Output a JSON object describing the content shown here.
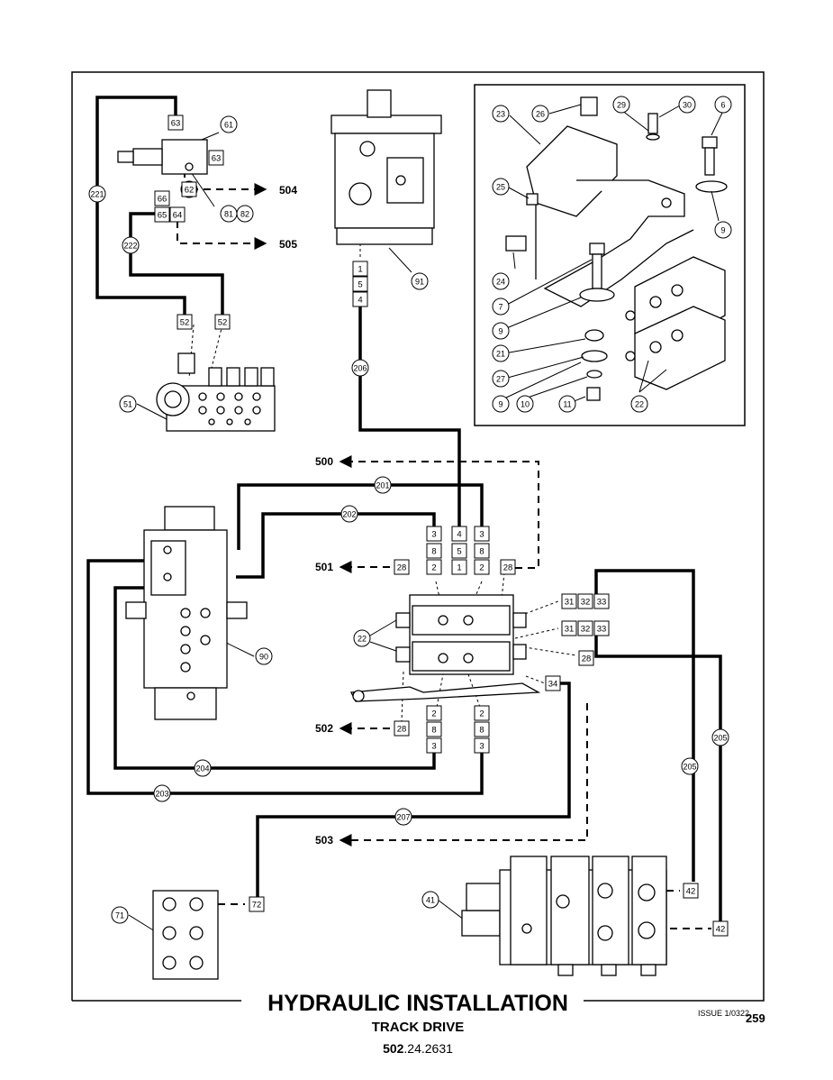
{
  "title": "HYDRAULIC INSTALLATION",
  "subtitle": "TRACK DRIVE",
  "part_number_bold": "502",
  "part_number_rest": ".24.2631",
  "issue": "ISSUE 1/0322",
  "page": "259",
  "hose_labels": {
    "h221": "221",
    "h222": "222",
    "h206": "206",
    "h201": "201",
    "h202": "202",
    "h204": "204",
    "h203": "203",
    "h207": "207",
    "h205a": "205",
    "h205b": "205"
  },
  "component_labels": {
    "c61": "61",
    "c62": "62",
    "c81": "81",
    "c82": "82",
    "c91": "91",
    "c51": "51",
    "c90": "90",
    "c22": "22",
    "c71": "71",
    "c41": "41"
  },
  "inset_labels": {
    "i23": "23",
    "i26": "26",
    "i29": "29",
    "i30": "30",
    "i6": "6",
    "i25": "25",
    "i9a": "9",
    "i24": "24",
    "i7": "7",
    "i9b": "9",
    "i21": "21",
    "i27": "27",
    "i9c": "9",
    "i10": "10",
    "i11": "11",
    "i22": "22"
  },
  "box_labels": {
    "b63a": "63",
    "b63b": "63",
    "b62": "62",
    "b66": "66",
    "b65": "65",
    "b64": "64",
    "b52a": "52",
    "b52b": "52",
    "s1": "1",
    "s5": "5",
    "s4": "4",
    "a3": "3",
    "a8": "8",
    "a2": "2",
    "m4": "4",
    "m5": "5",
    "m1": "1",
    "r3": "3",
    "r8": "8",
    "r2": "2",
    "b28a": "28",
    "b28b": "28",
    "b28c": "28",
    "b28d": "28",
    "b31a": "31",
    "b32a": "32",
    "b33a": "33",
    "b31b": "31",
    "b32b": "32",
    "b33b": "33",
    "b34": "34",
    "l2": "2",
    "l8": "8",
    "l3": "3",
    "q2": "2",
    "q8": "8",
    "q3": "3",
    "b72": "72",
    "b42a": "42",
    "b42b": "42"
  },
  "ref_arrows": {
    "r504": "504",
    "r505": "505",
    "r500": "500",
    "r501": "501",
    "r502": "502",
    "r503": "503"
  }
}
